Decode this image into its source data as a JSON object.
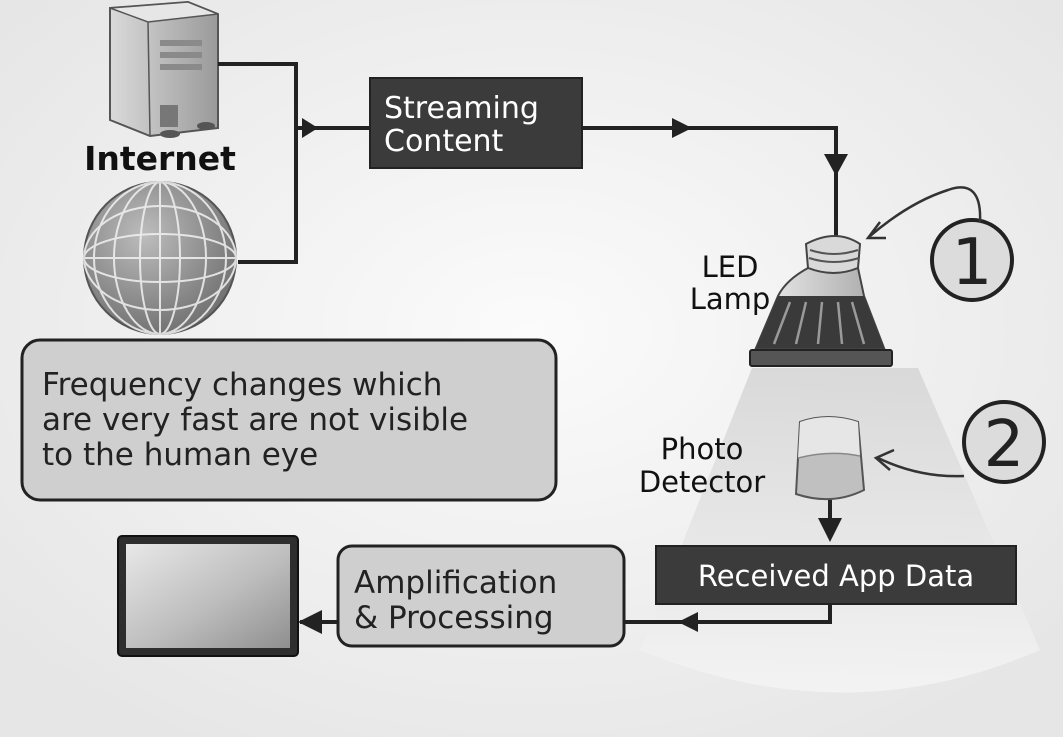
{
  "labels": {
    "internet": "Internet",
    "streaming_line1": "Streaming",
    "streaming_line2": "Content",
    "led_line1": "LED",
    "led_line2": "Lamp",
    "photo_line1": "Photo",
    "photo_line2": "Detector",
    "received": "Received App Data",
    "amp_line1": "Amplification",
    "amp_line2": "& Processing",
    "note_line1": "Frequency changes which",
    "note_line2": "are very fast are not visible",
    "note_line3": "to the human eye",
    "step1": "1",
    "step2": "2"
  },
  "icons": {
    "server": "server-tower-icon",
    "globe": "globe-icon",
    "lamp": "led-lamp-icon",
    "detector": "photo-detector-icon",
    "display": "display-screen-icon"
  },
  "colors": {
    "background": "#f3f3f3",
    "dark_box": "#3b3b3b",
    "light_box": "#cfcfcf",
    "line": "#222222"
  }
}
